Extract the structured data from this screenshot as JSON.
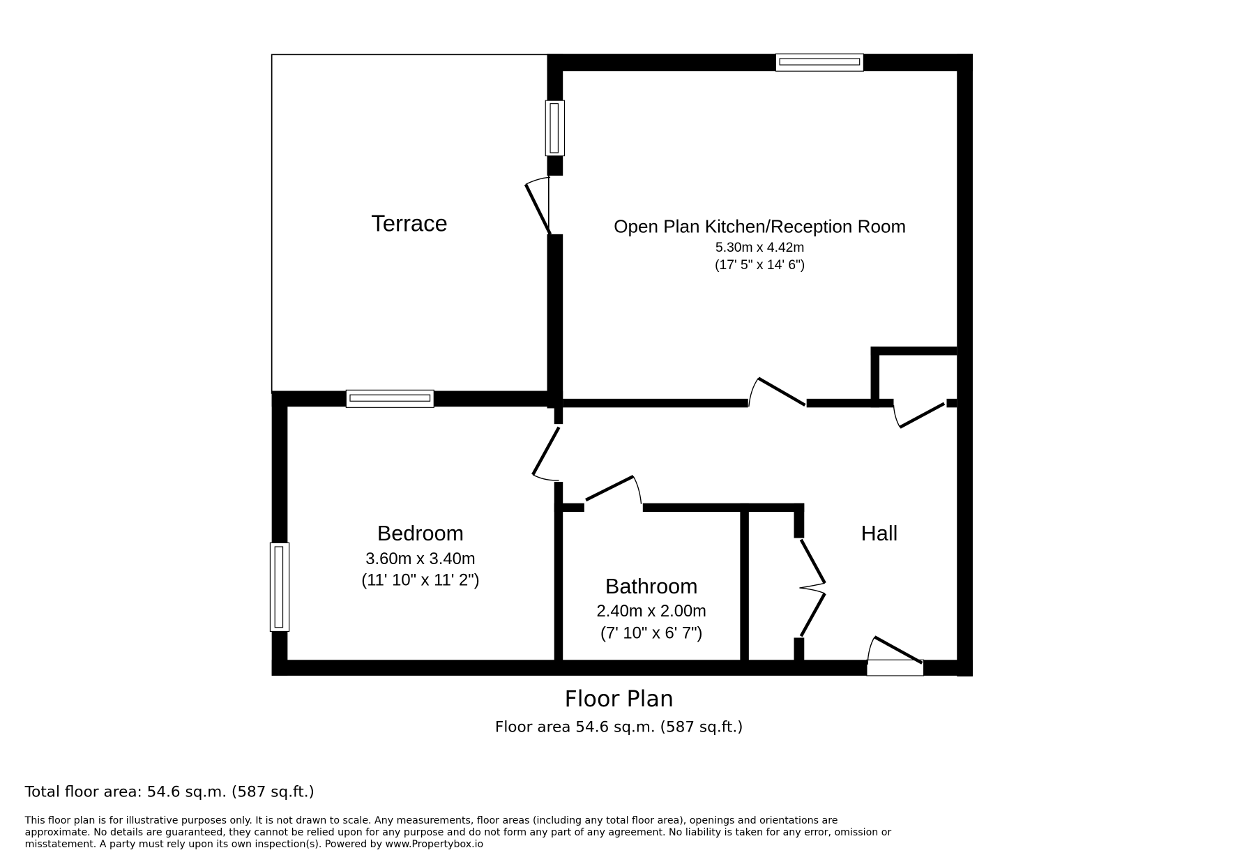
{
  "plan": {
    "title": "Floor Plan",
    "subtitle": "Floor area 54.6 sq.m. (587 sq.ft.)"
  },
  "rooms": {
    "terrace": {
      "name": "Terrace"
    },
    "kitchen": {
      "name": "Open Plan Kitchen/Reception Room",
      "metric": "5.30m x 4.42m",
      "imperial": "(17' 5\" x 14' 6\")"
    },
    "bedroom": {
      "name": "Bedroom",
      "metric": "3.60m x 3.40m",
      "imperial": "(11' 10\" x 11' 2\")"
    },
    "bathroom": {
      "name": "Bathroom",
      "metric": "2.40m x 2.00m",
      "imperial": "(7' 10\" x 6' 7\")"
    },
    "hall": {
      "name": "Hall"
    }
  },
  "footer": {
    "total": "Total floor area: 54.6 sq.m. (587 sq.ft.)",
    "disclaimer_lines": [
      "This floor plan is for illustrative purposes only. It is not drawn to scale. Any measurements, floor areas (including any total floor area), openings and orientations are",
      "approximate. No details are guaranteed, they cannot be relied upon for any purpose and do not form any part of any agreement. No liability is taken for any error, omission or",
      "misstatement. A party must rely upon its own inspection(s). Powered by www.Propertybox.io"
    ]
  },
  "colors": {
    "wall": "#000000",
    "background": "#ffffff",
    "disclaimer": "#333333"
  }
}
